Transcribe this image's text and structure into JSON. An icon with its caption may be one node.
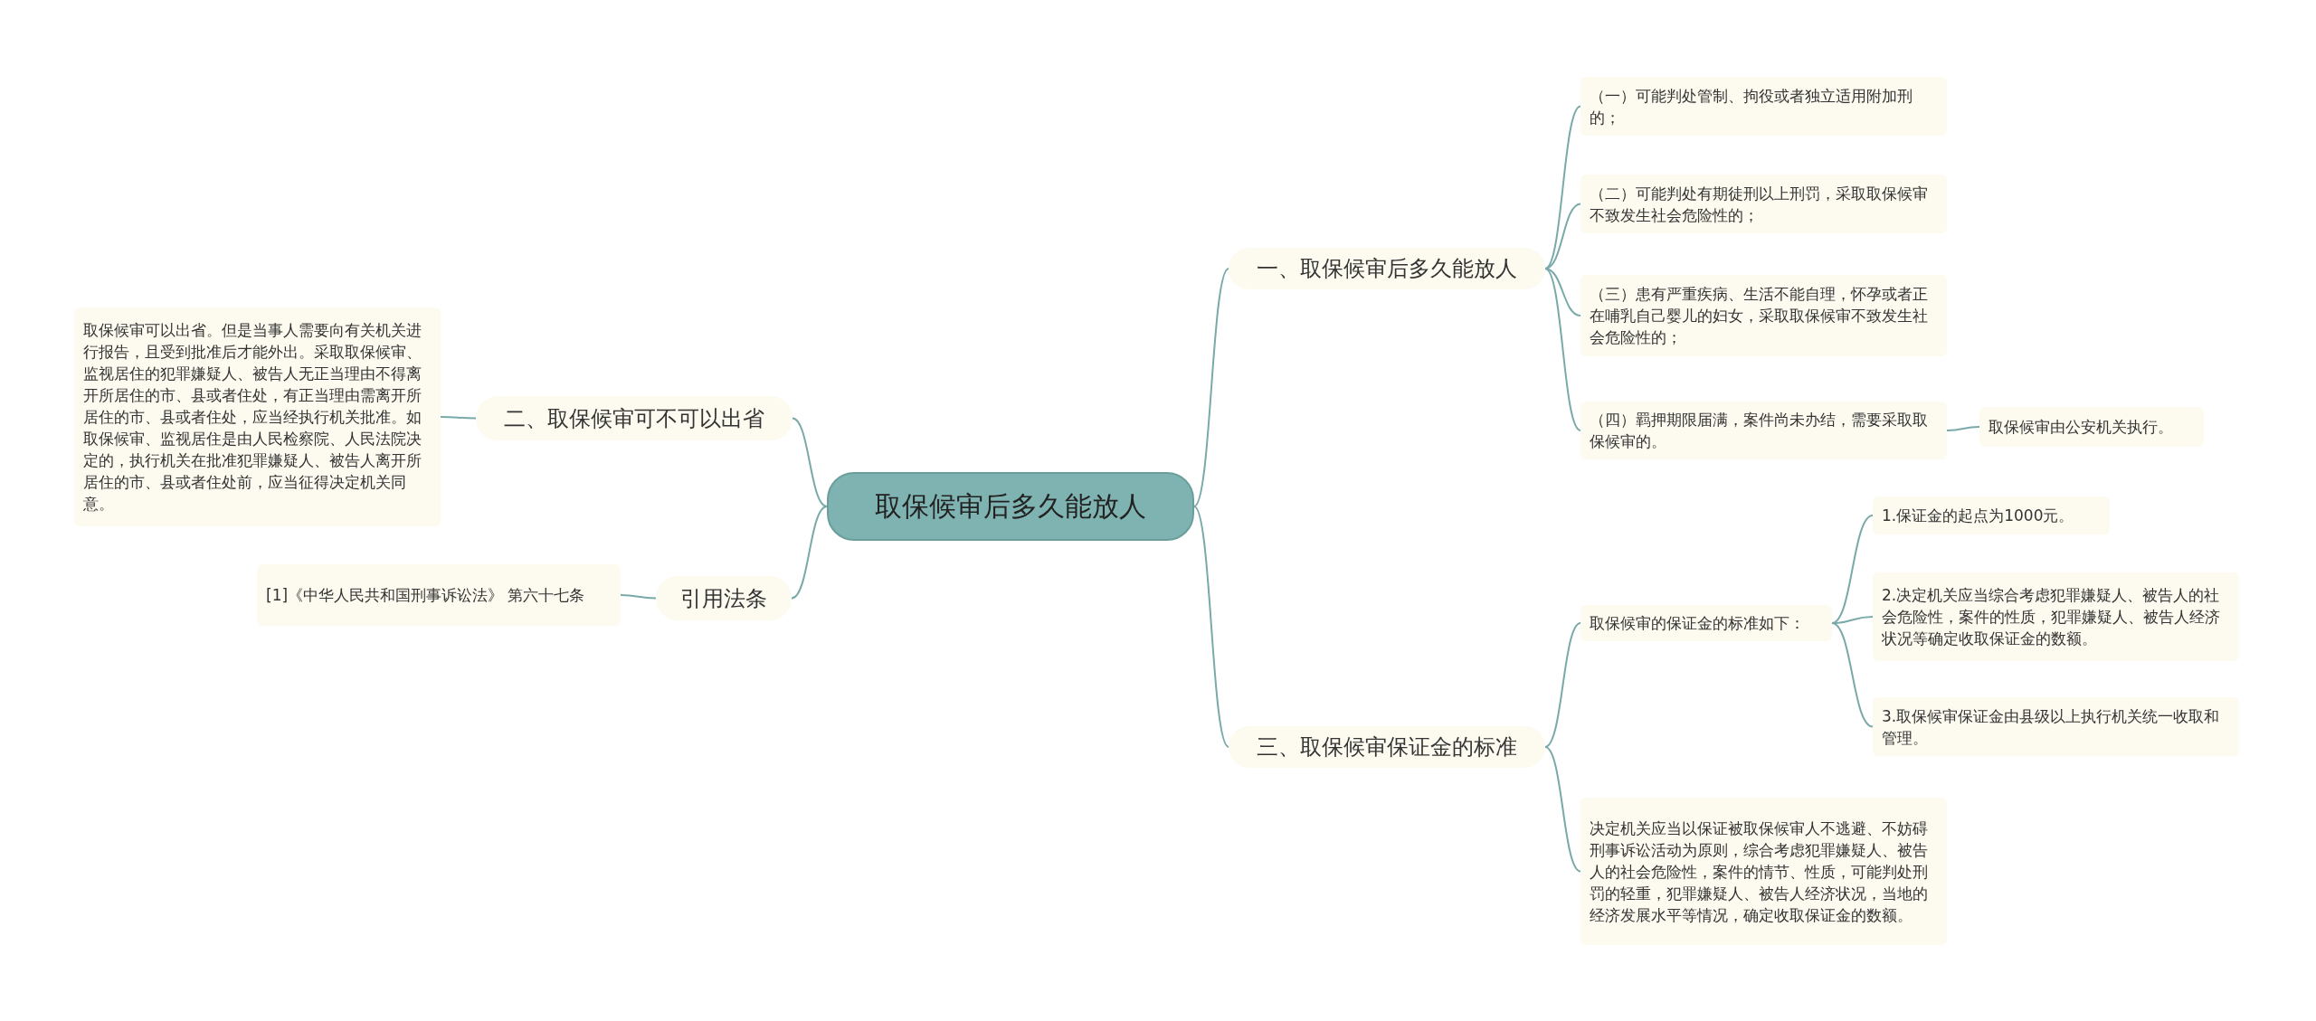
{
  "diagram": {
    "nodes": [
      {
        "text": [
          "取保候审后多久能放人"
        ]
      },
      {
        "text": [
          "一、取保候审后多久能放人"
        ]
      },
      {
        "text": [
          "（一）可能判处管制、拘役或者独立适用附加刑的；"
        ]
      },
      {
        "text": [
          "（二）可能判处有期徒刑以上刑罚，采取取保候审不致发生社会危险性的；"
        ]
      },
      {
        "text": [
          "（三）患有严重疾病、生活不能自理，怀孕或者正在哺乳自己婴儿的妇女，采取取保候审不致发生社会危险性的；"
        ]
      },
      {
        "text": [
          "（四）羁押期限届满，案件尚未办结，需要采取取保候审的。"
        ]
      },
      {
        "text": [
          "取保候审由公安机关执行。"
        ]
      },
      {
        "text": [
          "二、取保候审可不可以出省"
        ]
      },
      {
        "text": [
          "取保候审可以出省。但是当事人需要向有关机关进行报告，且受到批准后才能外出。采取取保候审、监视居住的犯罪嫌疑人、被告人无正当理由不得离开所居住的市、县或者住处，有正当理由需离开所居住的市、县或者住处，应当经执行机关批准。如取保候审、监视居住是由人民检察院、人民法院决定的，执行机关在批准犯罪嫌疑人、被告人离开所居住的市、县或者住处前，应当征得决定机关同意。"
        ]
      },
      {
        "text": [
          "引用法条"
        ]
      },
      {
        "text": [
          "[1]《中华人民共和国刑事诉讼法》 第六十七条"
        ]
      },
      {
        "text": [
          "三、取保候审保证金的标准"
        ]
      },
      {
        "text": [
          "取保候审的保证金的标准如下："
        ]
      },
      {
        "text": [
          "1.保证金的起点为1000元。"
        ]
      },
      {
        "text": [
          "2.决定机关应当综合考虑犯罪嫌疑人、被告人的社会危险性，案件的性质，犯罪嫌疑人、被告人经济状况等确定收取保证金的数额。"
        ]
      },
      {
        "text": [
          "3.取保候审保证金由县级以上执行机关统一收取和管理。"
        ]
      },
      {
        "text": [
          "决定机关应当以保证被取保候审人不逃避、不妨碍刑事诉讼活动为原则，综合考虑犯罪嫌疑人、被告人的社会危险性，案件的情节、性质，可能判处刑罚的轻重，犯罪嫌疑人、被告人经济状况，当地的经济发展水平等情况，确定收取保证金的数额。"
        ]
      }
    ],
    "edges": [
      {
        "from": 0,
        "to": 1,
        "arrow": "none"
      },
      {
        "from": 1,
        "to": 2,
        "arrow": "none"
      },
      {
        "from": 1,
        "to": 3,
        "arrow": "none"
      },
      {
        "from": 1,
        "to": 4,
        "arrow": "none"
      },
      {
        "from": 1,
        "to": 5,
        "arrow": "none"
      },
      {
        "from": 5,
        "to": 6,
        "arrow": "none"
      },
      {
        "from": 0,
        "to": 7,
        "arrow": "none"
      },
      {
        "from": 7,
        "to": 8,
        "arrow": "none"
      },
      {
        "from": 0,
        "to": 9,
        "arrow": "none"
      },
      {
        "from": 9,
        "to": 10,
        "arrow": "none"
      },
      {
        "from": 0,
        "to": 11,
        "arrow": "none"
      },
      {
        "from": 11,
        "to": 12,
        "arrow": "none"
      },
      {
        "from": 12,
        "to": 13,
        "arrow": "none"
      },
      {
        "from": 12,
        "to": 14,
        "arrow": "none"
      },
      {
        "from": 12,
        "to": 15,
        "arrow": "none"
      },
      {
        "from": 11,
        "to": 16,
        "arrow": "none"
      }
    ]
  }
}
